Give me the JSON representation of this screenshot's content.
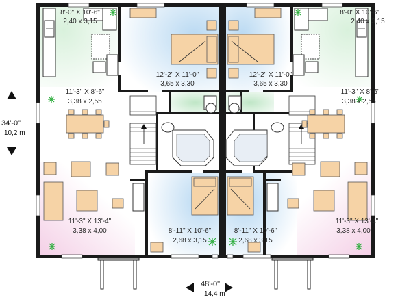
{
  "plan": {
    "overall_height": {
      "imperial": "34'-0\"",
      "metric": "10,2 m"
    },
    "overall_width": {
      "imperial": "48'-0\"",
      "metric": "14,4 m"
    },
    "rooms": [
      {
        "id": "kitchen-left",
        "dim": "8'-0\" X 10'-6\"",
        "metric": "2,40 x 3,15"
      },
      {
        "id": "kitchen-right",
        "dim": "8'-0\" X 10'-6\"",
        "metric": "2,40 x 3,15"
      },
      {
        "id": "master-left",
        "dim": "12'-2\" X 11'-0\"",
        "metric": "3,65 x 3,30"
      },
      {
        "id": "master-right",
        "dim": "12'-2\" X 11'-0\"",
        "metric": "3,65 x 3,30"
      },
      {
        "id": "dining-left",
        "dim": "11'-3\" X 8'-6\"",
        "metric": "3,38 x 2,55"
      },
      {
        "id": "dining-right",
        "dim": "11'-3\" X 8'-6\"",
        "metric": "3,38 x 2,55"
      },
      {
        "id": "living-left",
        "dim": "11'-3\" X 13'-4\"",
        "metric": "3,38 x 4,00"
      },
      {
        "id": "living-right",
        "dim": "11'-3\" X 13'-4\"",
        "metric": "3,38 x 4,00"
      },
      {
        "id": "bedroom-left",
        "dim": "8'-11\" X 10'-6\"",
        "metric": "2,68 x 3,15"
      },
      {
        "id": "bedroom-right",
        "dim": "8'-11\" X 10'-6\"",
        "metric": "2,68 x 3,15"
      }
    ]
  }
}
